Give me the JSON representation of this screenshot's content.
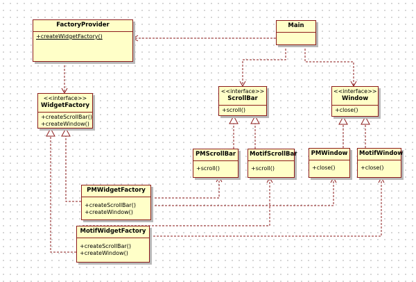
{
  "classes": {
    "factory_provider": {
      "name": "FactoryProvider",
      "ops": [
        "+createWidgetFactory()"
      ]
    },
    "main": {
      "name": "Main"
    },
    "widget_factory": {
      "stereotype": "<<interface>>",
      "name": "WidgetFactory",
      "ops": [
        "+createScrollBar()",
        "+createWindow()"
      ]
    },
    "scroll_bar": {
      "stereotype": "<<interface>>",
      "name": "ScrollBar",
      "ops": [
        "+scroll()"
      ]
    },
    "window": {
      "stereotype": "<<interface>>",
      "name": "Window",
      "ops": [
        "+close()"
      ]
    },
    "pm_scroll_bar": {
      "name": "PMScrollBar",
      "ops": [
        "+scroll()"
      ]
    },
    "motif_scroll_bar": {
      "name": "MotifScrollBar",
      "ops": [
        "+scroll()"
      ]
    },
    "pm_window": {
      "name": "PMWindow",
      "ops": [
        "+close()"
      ]
    },
    "motif_window": {
      "name": "MotifWindow",
      "ops": [
        "+close()"
      ]
    },
    "pm_widget_factory": {
      "name": "PMWidgetFactory",
      "ops": [
        "+createScrollBar()",
        "+createWindow()"
      ]
    },
    "motif_widget_factory": {
      "name": "MotifWidgetFactory",
      "ops": [
        "+createScrollBar()",
        "+createWindow()"
      ]
    }
  },
  "colors": {
    "line": "#8b1a1a",
    "fill": "#ffffc8"
  }
}
